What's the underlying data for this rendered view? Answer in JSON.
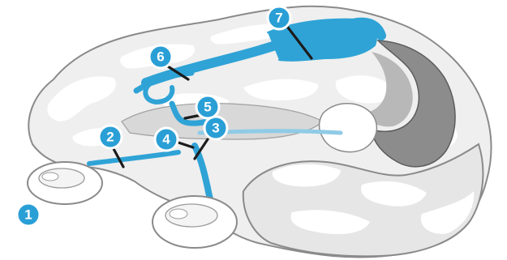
{
  "colors": {
    "pathway": "#2fa3d6",
    "tissue": "#efefef",
    "tissue_shadow": "#cfcfcf",
    "gyri": "#ffffff",
    "ventricle": "#8c8c8c",
    "outline": "#8a8a8a",
    "badge": "#2a9fd6",
    "leader": "#1c1c1c"
  },
  "markers": [
    {
      "id": "1",
      "label": "1"
    },
    {
      "id": "2",
      "label": "2"
    },
    {
      "id": "3",
      "label": "3"
    },
    {
      "id": "4",
      "label": "4"
    },
    {
      "id": "5",
      "label": "5"
    },
    {
      "id": "6",
      "label": "6"
    },
    {
      "id": "7",
      "label": "7"
    }
  ]
}
